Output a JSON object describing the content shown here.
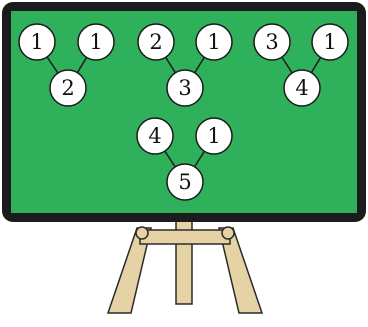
{
  "colors": {
    "board": "#2fb05a",
    "frame": "#1b1b1b",
    "easel": "#e5d3a6",
    "easel_stroke": "#2a2a2a",
    "node_fill": "#ffffff",
    "line": "#1b1b1b"
  },
  "trees": [
    {
      "left": "1",
      "right": "1",
      "sum": "2"
    },
    {
      "left": "2",
      "right": "1",
      "sum": "3"
    },
    {
      "left": "3",
      "right": "1",
      "sum": "4"
    },
    {
      "left": "4",
      "right": "1",
      "sum": "5"
    }
  ]
}
